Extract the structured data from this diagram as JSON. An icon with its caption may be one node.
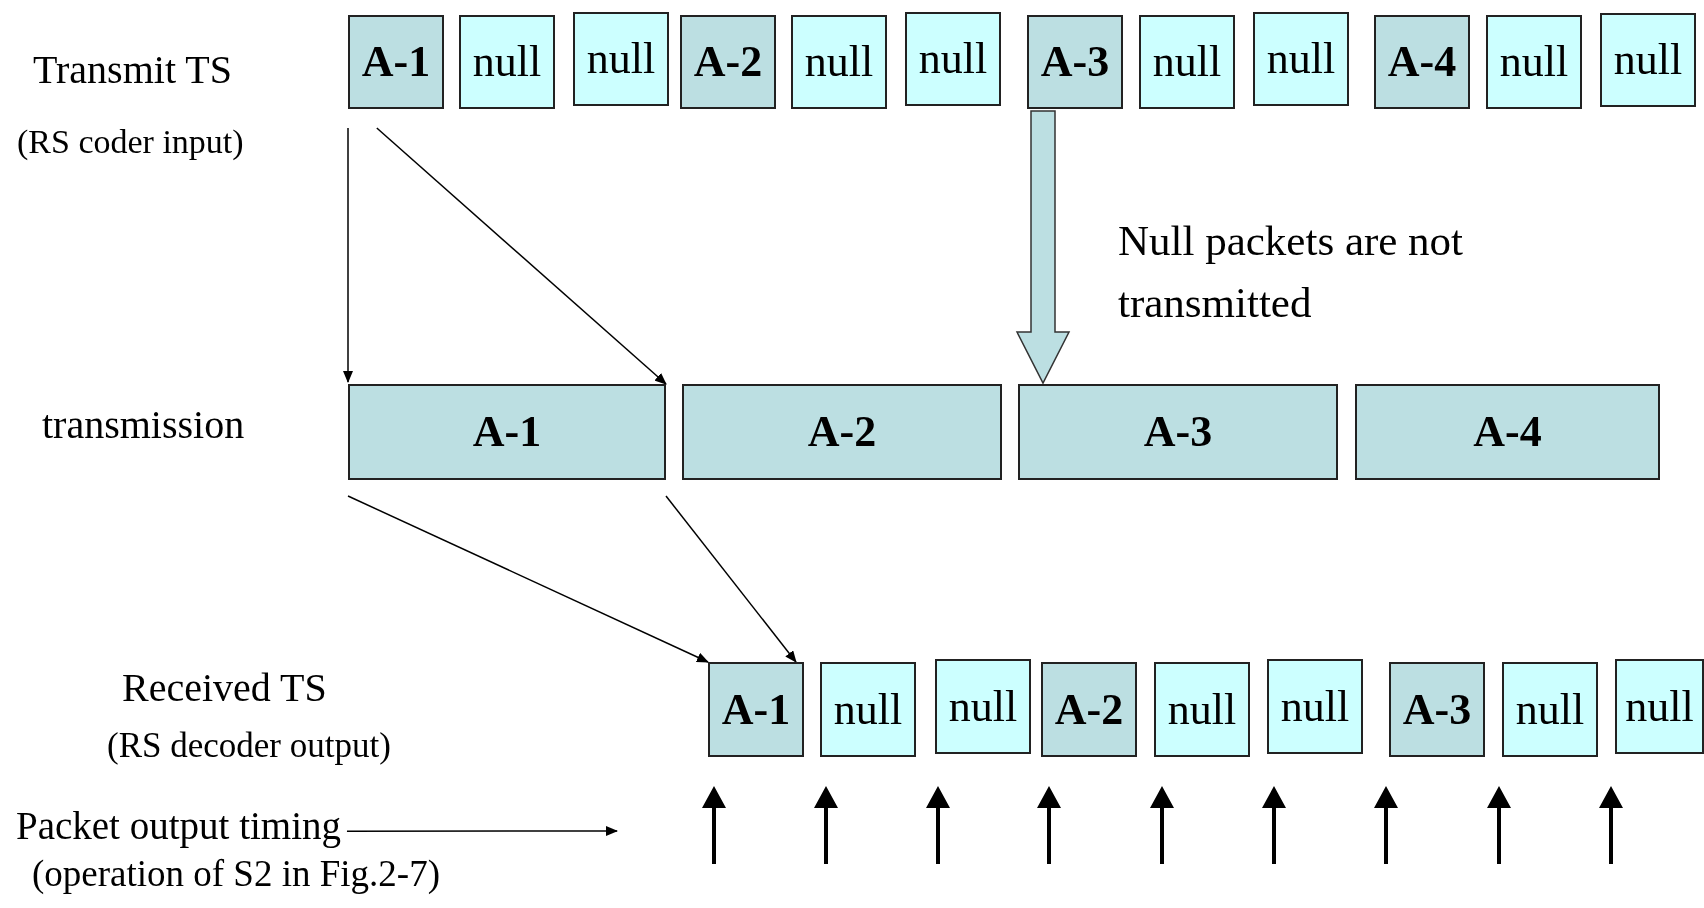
{
  "diagram": {
    "nodes": [
      {
        "text": [
          "A-1"
        ]
      },
      {
        "text": [
          "null"
        ]
      },
      {
        "text": [
          "null"
        ]
      },
      {
        "text": [
          "A-2"
        ]
      },
      {
        "text": [
          "null"
        ]
      },
      {
        "text": [
          "null"
        ]
      },
      {
        "text": [
          "A-3"
        ]
      },
      {
        "text": [
          "null"
        ]
      },
      {
        "text": [
          "null"
        ]
      },
      {
        "text": [
          "A-4"
        ]
      },
      {
        "text": [
          "null"
        ]
      },
      {
        "text": [
          "null"
        ]
      },
      {
        "text": [
          "A-1"
        ]
      },
      {
        "text": [
          "A-2"
        ]
      },
      {
        "text": [
          "A-3"
        ]
      },
      {
        "text": [
          "A-4"
        ]
      },
      {
        "text": [
          "A-1"
        ]
      },
      {
        "text": [
          "null"
        ]
      },
      {
        "text": [
          "null"
        ]
      },
      {
        "text": [
          "A-2"
        ]
      },
      {
        "text": [
          "null"
        ]
      },
      {
        "text": [
          "null"
        ]
      },
      {
        "text": [
          "A-3"
        ]
      },
      {
        "text": [
          "null"
        ]
      },
      {
        "text": [
          "null"
        ]
      },
      {
        "text": [
          "Packet output timing",
          "(operation of S2 in Fig.2-7)"
        ]
      }
    ],
    "edges": [
      {
        "from": 0,
        "to": 12,
        "arrow": "to"
      },
      {
        "from": 0,
        "to": 12,
        "arrow": "to"
      },
      {
        "from": 12,
        "to": 16,
        "arrow": "to"
      },
      {
        "from": 12,
        "to": 16,
        "arrow": "to"
      },
      {
        "from": 25,
        "to": null,
        "arrow": "to"
      },
      {
        "from": 6,
        "to": 14,
        "arrow": "to",
        "style": "thick"
      }
    ],
    "labels": [
      "Transmit TS",
      "(RS coder input)",
      "Null packets are not transmitted",
      "transmission",
      "Received TS",
      "(RS decoder output)"
    ]
  }
}
